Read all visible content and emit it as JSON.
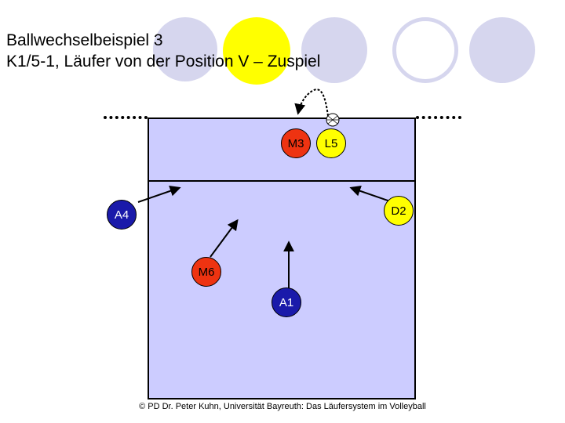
{
  "slide": {
    "title_line1": "Ballwechselbeispiel 3",
    "title_line2": "K1/5-1, Läufer von der Position V – Zuspiel",
    "credit": "© PD Dr. Peter Kuhn, Universität Bayreuth: Das Läufersystem im Volleyball"
  },
  "colors": {
    "court": "#ccccff",
    "decoration": "#d6d6ee",
    "highlight_circle": "#ffff00",
    "red_player": "#ee3311",
    "yellow_player": "#ffff00",
    "blue_player": "#1a1aaa"
  },
  "players": [
    {
      "label": "M3",
      "color": "red"
    },
    {
      "label": "L5",
      "color": "yellow"
    },
    {
      "label": "A4",
      "color": "blue"
    },
    {
      "label": "D2",
      "color": "yellow"
    },
    {
      "label": "M6",
      "color": "red"
    },
    {
      "label": "A1",
      "color": "blue"
    }
  ],
  "ball": {
    "icon": "volleyball-icon"
  }
}
